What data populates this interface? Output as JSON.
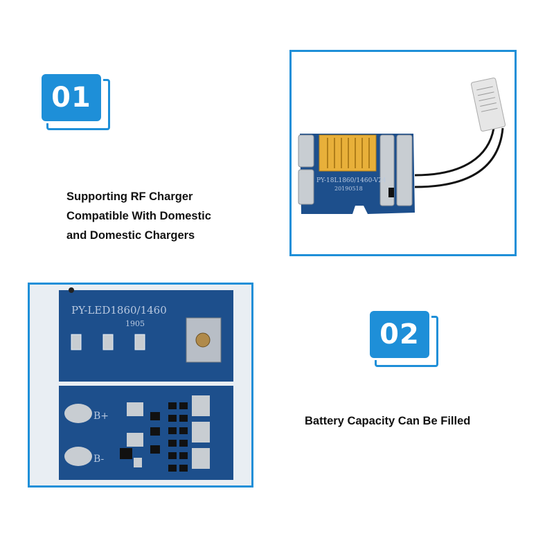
{
  "sections": [
    {
      "number": "01",
      "caption_lines": [
        "Supporting RF Charger",
        "Compatible With Domestic",
        "and  Domestic Chargers"
      ]
    },
    {
      "number": "02",
      "caption_lines": [
        "Battery Capacity Can Be Filled"
      ]
    }
  ],
  "board_top": {
    "model_label": "PY-18L1860/1460-V24",
    "date_label": "20190518"
  },
  "board_led": {
    "model_label": "PY-LED1860/1460",
    "date_label": "1905",
    "pad_b_plus": "B+",
    "pad_b_minus": "B-"
  },
  "colors": {
    "accent": "#1e8fd8",
    "pcb": "#1d4f8c",
    "connector": "#e8b03a",
    "metal": "#c8cdd2"
  }
}
